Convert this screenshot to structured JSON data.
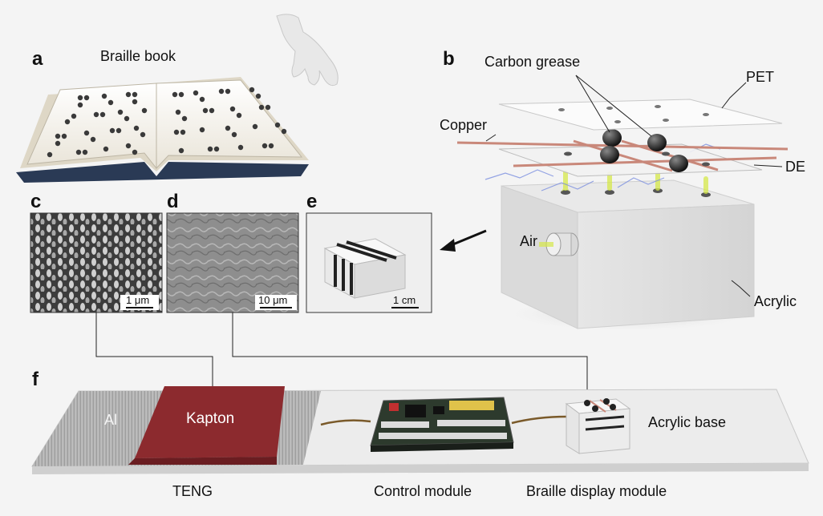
{
  "panels": {
    "a": {
      "letter": "a",
      "title": "Braille book"
    },
    "b": {
      "letter": "b",
      "labels": {
        "carbon_grease": "Carbon grease",
        "pet": "PET",
        "copper": "Copper",
        "de": "DE",
        "air": "Air",
        "acrylic": "Acrylic"
      }
    },
    "c": {
      "letter": "c",
      "scale_bar": "1 μm"
    },
    "d": {
      "letter": "d",
      "scale_bar": "10 μm"
    },
    "e": {
      "letter": "e",
      "scale_bar": "1 cm"
    },
    "f": {
      "letter": "f",
      "labels": {
        "al": "Al",
        "kapton": "Kapton",
        "acrylic_base": "Acrylic base",
        "teng": "TENG",
        "control_module": "Control module",
        "braille_display_module": "Braille display module"
      }
    }
  },
  "colors": {
    "kapton": "#8c2a2e",
    "copper": "#c9887a",
    "pcb": "#2d3a2d",
    "background": "#f4f4f4"
  }
}
